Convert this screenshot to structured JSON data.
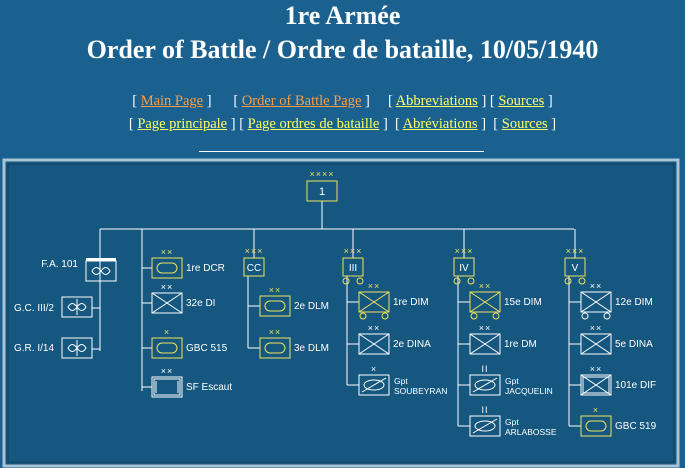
{
  "title": {
    "line1": "1re Armée",
    "line2": "Order of Battle / Ordre de bataille, 10/05/1940"
  },
  "nav": {
    "row1": [
      "Main Page",
      "Order of Battle Page",
      "Abbreviations",
      "Sources"
    ],
    "row2": [
      "Page principale",
      "Page ordres de bataille",
      "Abréviations",
      "Sources"
    ]
  },
  "colors": {
    "background": "#1a6190",
    "panel": "#15577f",
    "white_symbol": "#ffffff",
    "yellow_symbol": "#f0e060",
    "link_orange": "#ff9c3f",
    "link_yellow": "#ffff66"
  },
  "chart": {
    "army": {
      "echelon": "××××",
      "label": "1"
    },
    "direct": [
      {
        "label": "F.A. 101",
        "type": "aviation",
        "echelon": ""
      },
      {
        "label": "G.C. III/2",
        "type": "fighter",
        "echelon": ""
      },
      {
        "label": "G.R. I/14",
        "type": "recon",
        "echelon": ""
      }
    ],
    "col1": [
      {
        "label": "1re DCR",
        "type": "armor",
        "echelon": "××",
        "color": "yellow"
      },
      {
        "label": "32e DI",
        "type": "infantry",
        "echelon": "××",
        "color": "white"
      },
      {
        "label": "GBC 515",
        "type": "armor",
        "echelon": "×",
        "color": "yellow"
      },
      {
        "label": "SF Escaut",
        "type": "fortress",
        "echelon": "××",
        "color": "white"
      }
    ],
    "corps": [
      {
        "label": "CC",
        "echelon": "×××",
        "color": "yellow",
        "units": [
          {
            "label": "2e DLM",
            "type": "armor",
            "echelon": "××",
            "color": "yellow"
          },
          {
            "label": "3e DLM",
            "type": "armor",
            "echelon": "××",
            "color": "yellow"
          }
        ]
      },
      {
        "label": "III",
        "echelon": "×××",
        "color": "yellow",
        "units": [
          {
            "label": "1re DIM",
            "type": "motinf",
            "echelon": "××",
            "color": "yellow"
          },
          {
            "label": "2e DINA",
            "type": "infantry",
            "echelon": "××",
            "color": "white"
          },
          {
            "label": "Gpt",
            "sublabel": "SOUBEYRAN",
            "type": "recon",
            "echelon": "×",
            "color": "white"
          }
        ]
      },
      {
        "label": "IV",
        "echelon": "×××",
        "color": "yellow",
        "units": [
          {
            "label": "15e DIM",
            "type": "motinf",
            "echelon": "××",
            "color": "yellow"
          },
          {
            "label": "1re DM",
            "type": "infantry",
            "echelon": "××",
            "color": "white"
          },
          {
            "label": "Gpt",
            "sublabel": "JACQUELIN",
            "type": "recon",
            "echelon": "II",
            "color": "white"
          },
          {
            "label": "Gpt",
            "sublabel": "ARLABOSSE",
            "type": "recon",
            "echelon": "II",
            "color": "white"
          }
        ]
      },
      {
        "label": "V",
        "echelon": "×××",
        "color": "yellow",
        "units": [
          {
            "label": "12e DIM",
            "type": "motinf",
            "echelon": "××",
            "color": "white"
          },
          {
            "label": "5e DINA",
            "type": "infantry",
            "echelon": "××",
            "color": "white"
          },
          {
            "label": "101e DIF",
            "type": "fortinf",
            "echelon": "××",
            "color": "white"
          },
          {
            "label": "GBC 519",
            "type": "armor",
            "echelon": "×",
            "color": "yellow"
          }
        ]
      }
    ]
  }
}
